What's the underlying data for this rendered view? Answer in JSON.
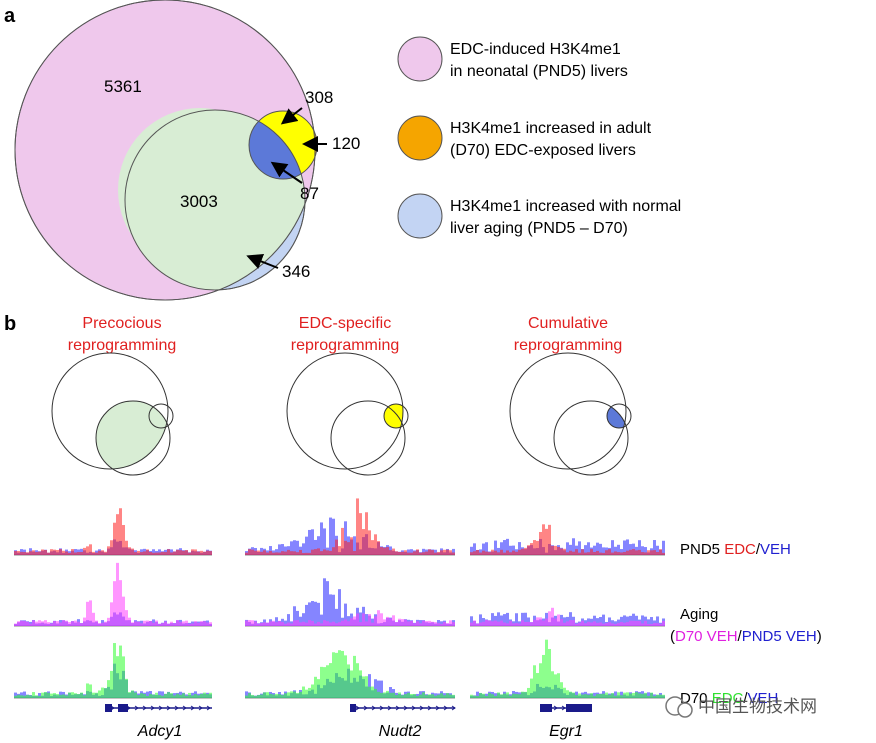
{
  "panel_a": {
    "label": "a",
    "counts": {
      "edc_pnd5_only": "5361",
      "edc_adult_top": "308",
      "edc_adult_only": "120",
      "aging_overlap": "3003",
      "three_way": "87",
      "aging_only": "346"
    },
    "legend": [
      {
        "line1": "EDC-induced H3K4me1",
        "line2": "in neonatal (PND5) livers",
        "color": "#efc8ec"
      },
      {
        "line1": "H3K4me1 increased in adult",
        "line2": "(D70) EDC-exposed livers",
        "color": "#f5a500"
      },
      {
        "line1": "H3K4me1 increased with normal",
        "line2": "liver aging (PND5 – D70)",
        "color": "#c3d4f3"
      }
    ],
    "colors": {
      "pink": "#efc8ec",
      "green": "#d8edd4",
      "blue": "#c3d4f3",
      "yellow": "#ffff00",
      "orange": "#f5a500",
      "blue_dark": "#5c79d8"
    }
  },
  "panel_b": {
    "label": "b",
    "columns": [
      {
        "title1": "Precocious",
        "title2": "reprogramming",
        "gene": "Adcy1",
        "highlight": "#d8edd4"
      },
      {
        "title1": "EDC-specific",
        "title2": "reprogramming",
        "gene": "Nudt2",
        "highlight": "#ffff00"
      },
      {
        "title1": "Cumulative",
        "title2": "reprogramming",
        "gene": "Egr1",
        "highlight": "#5c79d8"
      }
    ],
    "tracks": [
      {
        "p1": "PND5 ",
        "p2": "EDC",
        "p3": "/",
        "p4": "VEH",
        "c2": "#e02020",
        "c4": "#2020d0"
      },
      {
        "line1": "Aging",
        "p0": "(",
        "p1": "D70 VEH",
        "p2": "/",
        "p3": "PND5 VEH",
        "p4": ")",
        "c1": "#e020e0",
        "c3": "#2020d0"
      },
      {
        "p1": "D70 ",
        "p2": "EDC",
        "p3": "/",
        "p4": "VEH",
        "c2": "#30e030",
        "c4": "#2020d0"
      }
    ],
    "series_colors": {
      "edc": "#ff2020",
      "veh": "#2020ff",
      "d70veh": "#ff40ff",
      "d70edc": "#30ff30"
    }
  },
  "watermark": "中国生物技术网"
}
